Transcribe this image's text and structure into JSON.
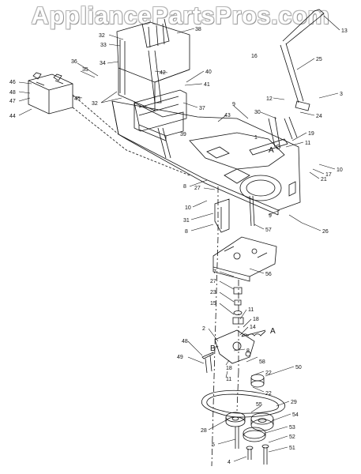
{
  "watermark": "AppliancePartsPros.com",
  "callouts": [
    {
      "id": "c13",
      "text": "13"
    },
    {
      "id": "c38",
      "text": "38"
    },
    {
      "id": "c32a",
      "text": "32"
    },
    {
      "id": "c33",
      "text": "33"
    },
    {
      "id": "c25",
      "text": "25"
    },
    {
      "id": "c16",
      "text": "16"
    },
    {
      "id": "c36",
      "text": "36"
    },
    {
      "id": "c35",
      "text": "35"
    },
    {
      "id": "c34",
      "text": "34"
    },
    {
      "id": "c46",
      "text": "46"
    },
    {
      "id": "c48top",
      "text": "48"
    },
    {
      "id": "c47",
      "text": "47"
    },
    {
      "id": "c45",
      "text": "45"
    },
    {
      "id": "c44",
      "text": "44"
    },
    {
      "id": "c42",
      "text": "42"
    },
    {
      "id": "c40",
      "text": "40"
    },
    {
      "id": "c41",
      "text": "41"
    },
    {
      "id": "c32b",
      "text": "32"
    },
    {
      "id": "c37",
      "text": "37"
    },
    {
      "id": "c3",
      "text": "3"
    },
    {
      "id": "c12",
      "text": "12"
    },
    {
      "id": "c30",
      "text": "30"
    },
    {
      "id": "c24",
      "text": "24"
    },
    {
      "id": "c9a",
      "text": "9"
    },
    {
      "id": "c43",
      "text": "43"
    },
    {
      "id": "c39",
      "text": "39"
    },
    {
      "id": "c1",
      "text": "1"
    },
    {
      "id": "c19",
      "text": "19"
    },
    {
      "id": "c11a",
      "text": "11"
    },
    {
      "id": "cAtop",
      "text": "A"
    },
    {
      "id": "c10a",
      "text": "10"
    },
    {
      "id": "c17",
      "text": "17"
    },
    {
      "id": "c21",
      "text": "21"
    },
    {
      "id": "c8a",
      "text": "8"
    },
    {
      "id": "c27a",
      "text": "27"
    },
    {
      "id": "c10b",
      "text": "10"
    },
    {
      "id": "c31",
      "text": "31"
    },
    {
      "id": "c8b",
      "text": "8"
    },
    {
      "id": "c57",
      "text": "57"
    },
    {
      "id": "c9b",
      "text": "9"
    },
    {
      "id": "c26",
      "text": "26"
    },
    {
      "id": "c56",
      "text": "56"
    },
    {
      "id": "c7",
      "text": "7"
    },
    {
      "id": "c27b",
      "text": "27"
    },
    {
      "id": "c23",
      "text": "23"
    },
    {
      "id": "c15",
      "text": "15"
    },
    {
      "id": "c11b",
      "text": "11"
    },
    {
      "id": "c18a",
      "text": "18"
    },
    {
      "id": "c14",
      "text": "14"
    },
    {
      "id": "cAmid",
      "text": "A"
    },
    {
      "id": "c2",
      "text": "2"
    },
    {
      "id": "c8c",
      "text": "8"
    },
    {
      "id": "c58",
      "text": "58"
    },
    {
      "id": "c48b",
      "text": "48"
    },
    {
      "id": "cB",
      "text": "B*"
    },
    {
      "id": "c49",
      "text": "49"
    },
    {
      "id": "c18b",
      "text": "18"
    },
    {
      "id": "c11c",
      "text": "11"
    },
    {
      "id": "c22a",
      "text": "22"
    },
    {
      "id": "c50",
      "text": "50"
    },
    {
      "id": "c22b",
      "text": "22"
    },
    {
      "id": "c29",
      "text": "29"
    },
    {
      "id": "c55",
      "text": "55"
    },
    {
      "id": "c54",
      "text": "54"
    },
    {
      "id": "c28",
      "text": "28"
    },
    {
      "id": "c53",
      "text": "53"
    },
    {
      "id": "c52",
      "text": "52"
    },
    {
      "id": "c5",
      "text": "5"
    },
    {
      "id": "c51",
      "text": "51"
    },
    {
      "id": "c4",
      "text": "4"
    }
  ]
}
